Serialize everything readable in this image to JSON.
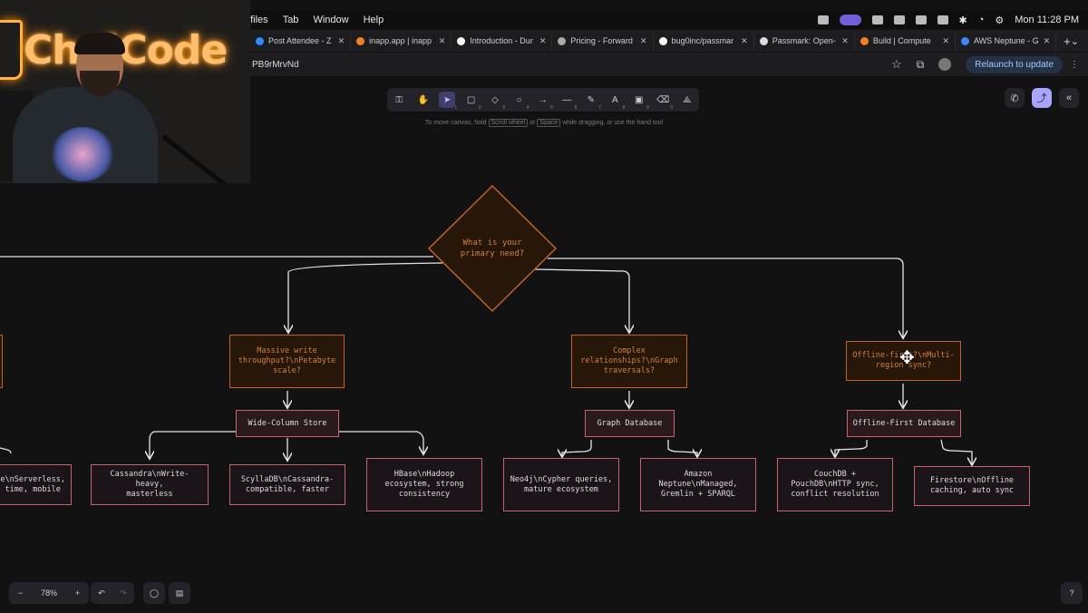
{
  "menubar": {
    "menus": [
      "ofiles",
      "Tab",
      "Window",
      "Help"
    ],
    "clock": "Mon 11:28 PM"
  },
  "tabs": [
    {
      "label": "Post Attendee - Z",
      "icon": "zoom-icon",
      "color": "#2d8cff"
    },
    {
      "label": "inapp.app | inapp",
      "icon": "cloud-icon",
      "color": "#f48120"
    },
    {
      "label": "Introduction - Dur",
      "icon": "durable-icon",
      "color": "#ffffff"
    },
    {
      "label": "Pricing - Forward",
      "icon": "forward-icon",
      "color": "#aaaaaa"
    },
    {
      "label": "bug0inc/passmar",
      "icon": "github-icon",
      "color": "#ffffff"
    },
    {
      "label": "Passmark: Open-",
      "icon": "passmark-icon",
      "color": "#dddddd"
    },
    {
      "label": "Build | Compute",
      "icon": "cloud-icon",
      "color": "#f48120"
    },
    {
      "label": "AWS Neptune - G",
      "icon": "google-icon",
      "color": "#4285f4"
    }
  ],
  "tab_plus": "+",
  "address": {
    "url": "PB9rMrvNd",
    "relaunch": "Relaunch to update"
  },
  "toolbar": {
    "tools": [
      {
        "icon": "lock-icon",
        "key": ""
      },
      {
        "icon": "hand-icon",
        "key": ""
      },
      {
        "icon": "selection-arrow-icon",
        "key": "1",
        "active": true
      },
      {
        "icon": "rectangle-icon",
        "key": "2"
      },
      {
        "icon": "diamond-icon",
        "key": "3"
      },
      {
        "icon": "ellipse-icon",
        "key": "4"
      },
      {
        "icon": "arrow-icon",
        "key": "5"
      },
      {
        "icon": "line-icon",
        "key": "6"
      },
      {
        "icon": "pencil-icon",
        "key": "7"
      },
      {
        "icon": "text-icon",
        "key": "8"
      },
      {
        "icon": "image-icon",
        "key": "9"
      },
      {
        "icon": "eraser-icon",
        "key": "0"
      },
      {
        "icon": "extra-tools-icon",
        "key": ""
      }
    ]
  },
  "hint": {
    "a": "To move canvas, hold",
    "k1": "Scroll wheel",
    "b": "or",
    "k2": "Space",
    "c": "while dragging, or use the hand tool"
  },
  "diagram": {
    "root": "What is your\nprimary need?",
    "questions": [
      "Massive write\nthroughput?\\nPetabyte\nscale?",
      "Complex\nrelationships?\\nGraph\ntraversals?",
      "Offline-first?\\nMulti-\nregion sync?"
    ],
    "types": [
      "Wide-Column Store",
      "Graph Database",
      "Offline-First Database"
    ],
    "leaves": [
      "e\\nServerless,\ntime, mobile",
      "Cassandra\\nWrite-heavy,\nmasterless",
      "ScyllaDB\\nCassandra-\ncompatible, faster",
      "HBase\\nHadoop\necosystem, strong\nconsistency",
      "Neo4j\\nCypher queries,\nmature ecosystem",
      "Amazon\nNeptune\\nManaged,\nGremlin + SPARQL",
      "CouchDB +\nPouchDB\\nHTTP sync,\nconflict resolution",
      "Firestore\\nOffline\ncaching, auto sync"
    ]
  },
  "zoom": {
    "minus": "−",
    "value": "78%",
    "plus": "+"
  },
  "webcam": {
    "logo": "ChaiCode"
  },
  "colors": {
    "question_stroke": "#c2622b",
    "question_text": "#d4803f",
    "leaf_stroke": "#c9626e",
    "accent": "#a9a4ff"
  }
}
